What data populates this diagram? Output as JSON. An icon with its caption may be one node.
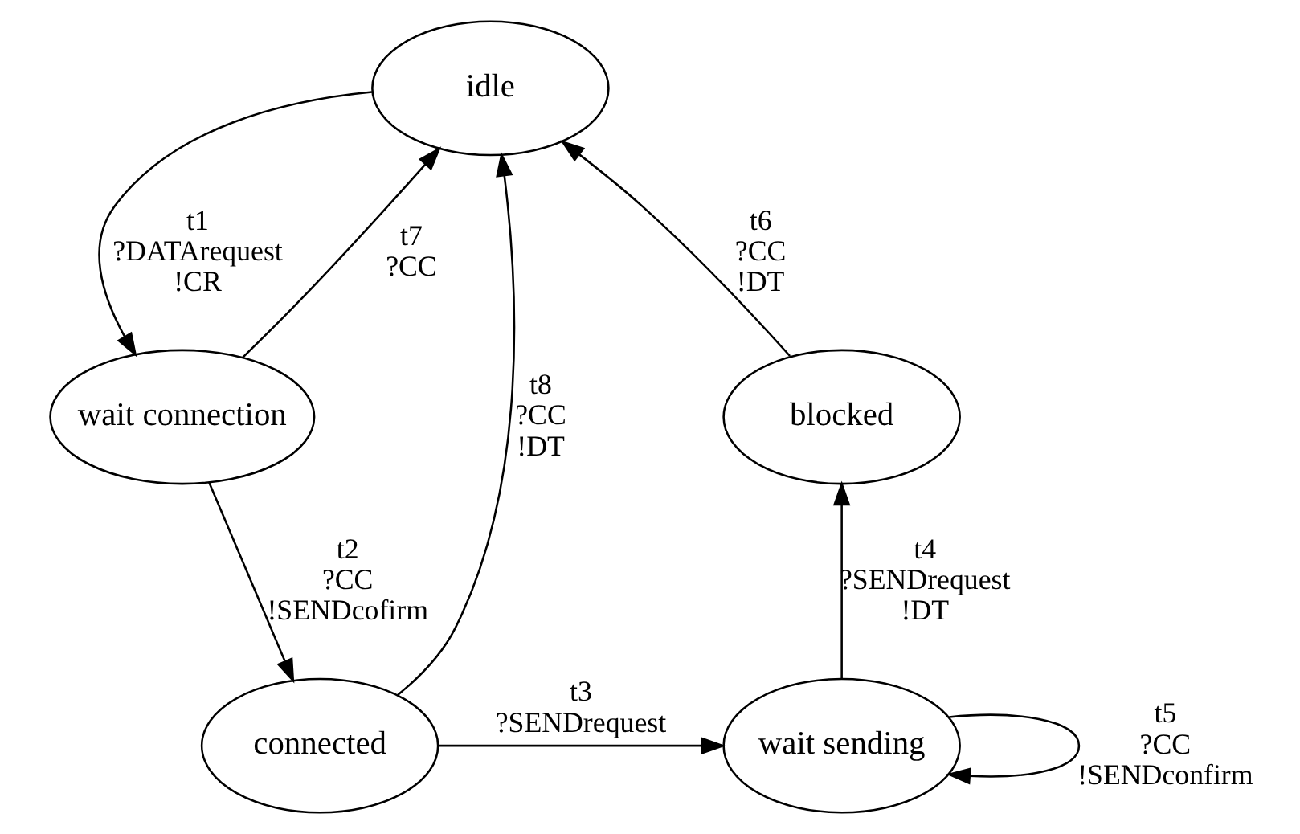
{
  "diagram": {
    "nodes": [
      {
        "text": [
          "idle"
        ]
      },
      {
        "text": [
          "wait connection"
        ]
      },
      {
        "text": [
          "blocked"
        ]
      },
      {
        "text": [
          "connected"
        ]
      },
      {
        "text": [
          "wait sending"
        ]
      }
    ],
    "edges": [
      {
        "from": 0,
        "to": 1,
        "arrow": "to",
        "label": "t1 ?DATArequest !CR"
      },
      {
        "from": 1,
        "to": 0,
        "arrow": "to",
        "label": "t7 ?CC"
      },
      {
        "from": 1,
        "to": 3,
        "arrow": "to",
        "label": "t2 ?CC !SENDcofirm"
      },
      {
        "from": 3,
        "to": 4,
        "arrow": "to",
        "label": "t3 ?SENDrequest"
      },
      {
        "from": 3,
        "to": 0,
        "arrow": "to",
        "label": "t8 ?CC !DT"
      },
      {
        "from": 4,
        "to": 2,
        "arrow": "to",
        "label": "t4 ?SENDrequest !DT"
      },
      {
        "from": 2,
        "to": 0,
        "arrow": "to",
        "label": "t6 ?CC !DT"
      },
      {
        "from": 4,
        "to": 4,
        "arrow": "to",
        "label": "t5 ?CC !SENDconfirm"
      }
    ]
  }
}
